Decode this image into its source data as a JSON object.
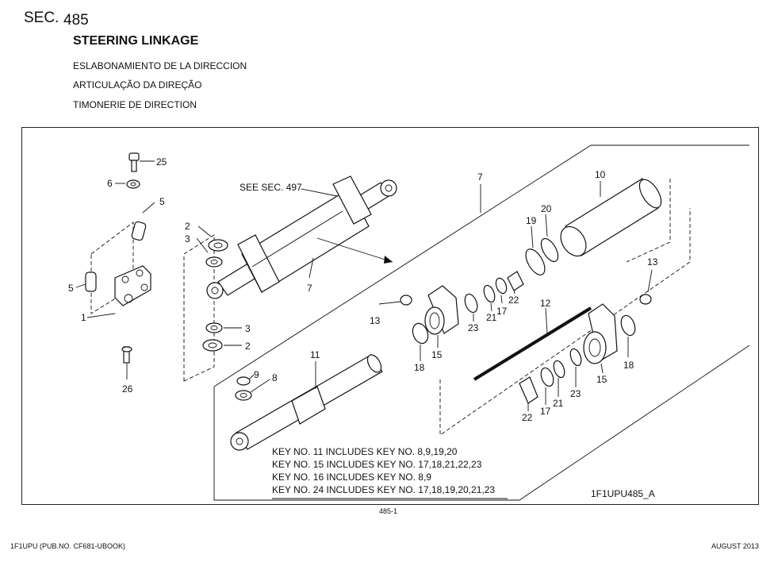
{
  "header": {
    "sec_label": "SEC.",
    "sec_number": "485",
    "title_en": "STEERING LINKAGE",
    "title_es": "ESLABONAMIENTO DE LA DIRECCION",
    "title_pt": "ARTICULAÇÃO DA DIREÇÃO",
    "title_fr": "TIMONERIE DE DIRECTION"
  },
  "diagram": {
    "see_sec": "SEE SEC. 497",
    "callouts": {
      "c25": "25",
      "c6": "6",
      "c5a": "5",
      "c5b": "5",
      "c1": "1",
      "c26": "26",
      "c2a": "2",
      "c3a": "3",
      "c3b": "3",
      "c2b": "2",
      "c7a": "7",
      "c7b": "7",
      "c9": "9",
      "c8": "8",
      "c11": "11",
      "c10": "10",
      "c19": "19",
      "c20": "20",
      "c13a": "13",
      "c13b": "13",
      "c23a": "23",
      "c21a": "21",
      "c17a": "17",
      "c22a": "22",
      "c15a": "15",
      "c18a": "18",
      "c12": "12",
      "c15b": "15",
      "c18b": "18",
      "c22b": "22",
      "c17b": "17",
      "c21b": "21",
      "c23b": "23"
    },
    "notes": [
      "KEY NO. 11 INCLUDES KEY NO. 8,9,19,20",
      "KEY NO. 15 INCLUDES KEY NO. 17,18,21,22,23",
      "KEY NO. 16 INCLUDES KEY NO. 8,9",
      "KEY NO. 24 INCLUDES KEY NO. 17,18,19,20,21,23"
    ],
    "figure_id": "1F1UPU485_A"
  },
  "footer": {
    "page_ref": "485-1",
    "left": "1F1UPU (PUB.NO. CF681-UBOOK)",
    "right": "AUGUST 2013"
  }
}
